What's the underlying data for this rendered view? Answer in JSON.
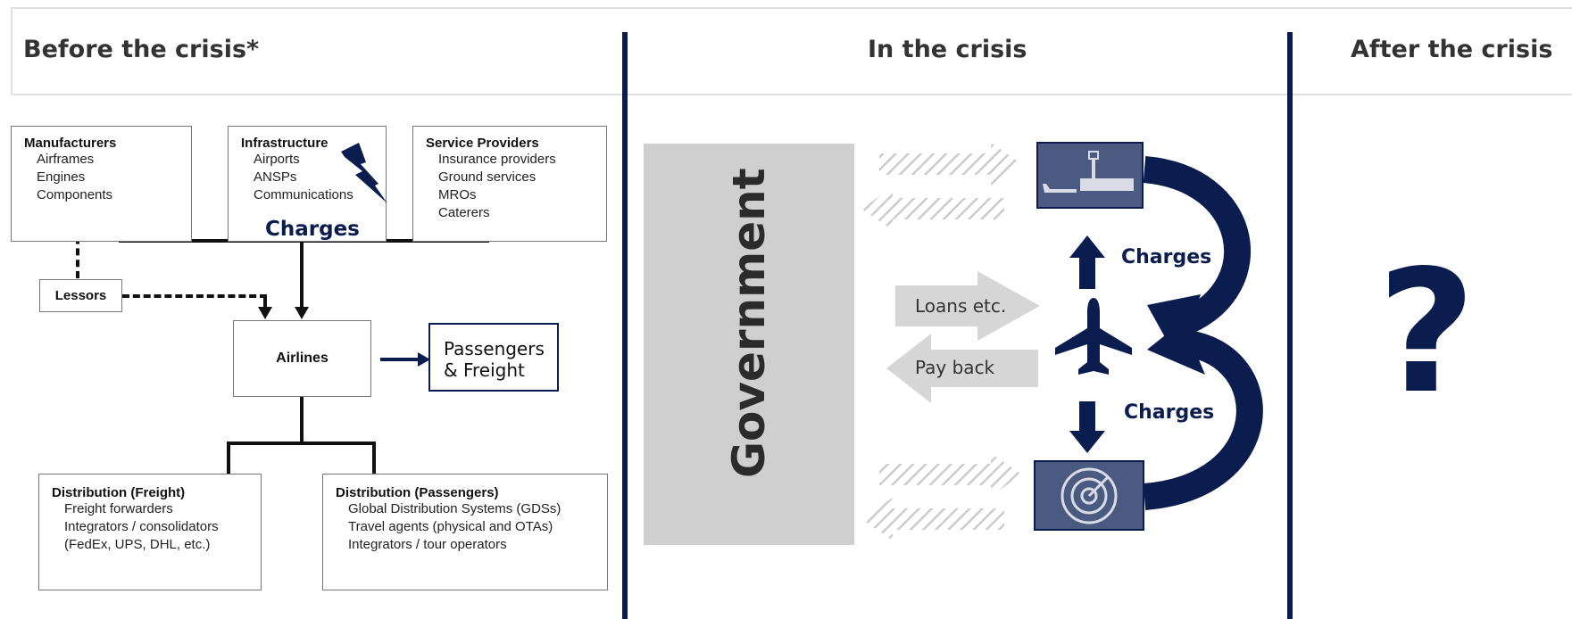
{
  "headers": {
    "before": "Before the crisis*",
    "during": "In the crisis",
    "after": "After the crisis"
  },
  "before": {
    "manufacturers": {
      "title": "Manufacturers",
      "items": [
        "Airframes",
        "Engines",
        "Components"
      ]
    },
    "infrastructure": {
      "title": "Infrastructure",
      "items": [
        "Airports",
        "ANSPs",
        "Communications"
      ],
      "charges": "Charges"
    },
    "service_providers": {
      "title": "Service Providers",
      "items": [
        "Insurance providers",
        "Ground services",
        "MROs",
        "Caterers"
      ]
    },
    "lessors": "Lessors",
    "airlines": "Airlines",
    "passengers": [
      "Passengers",
      "& Freight"
    ],
    "dist_freight": {
      "title": "Distribution (Freight)",
      "items": [
        "Freight forwarders",
        "Integrators / consolidators",
        "(FedEx, UPS, DHL, etc.)"
      ]
    },
    "dist_passengers": {
      "title": "Distribution (Passengers)",
      "items": [
        "Global Distribution Systems (GDSs)",
        "Travel agents (physical and OTAs)",
        "Integrators / tour operators"
      ]
    }
  },
  "during": {
    "government": "Government",
    "loans": "Loans etc.",
    "pay_back": "Pay back",
    "charges_top": "Charges",
    "charges_bottom": "Charges"
  },
  "after": {
    "symbol": "?"
  },
  "icons": {
    "lightning": "lightning-icon",
    "airport": "airport-icon",
    "plane": "airplane-icon",
    "radar": "radar-icon"
  },
  "colors": {
    "navy": "#0b1d4f",
    "gray_box": "#cfcfcf",
    "icon_panel": "#4a5a80"
  }
}
